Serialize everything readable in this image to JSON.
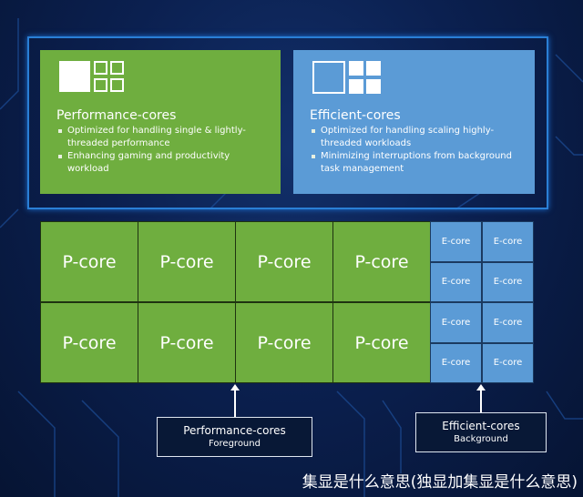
{
  "cards": [
    {
      "title": "Performance-cores",
      "bullets": [
        "Optimized for handling single & lightly-threaded performance",
        "Enhancing gaming and productivity workload"
      ]
    },
    {
      "title": "Efficient-cores",
      "bullets": [
        "Optimized for handling scaling highly-threaded workloads",
        "Minimizing interruptions from background task management"
      ]
    }
  ],
  "p_core_label": "P-core",
  "e_core_label": "E-core",
  "labels": {
    "p": {
      "title": "Performance-cores",
      "sub": "Foreground"
    },
    "e": {
      "title": "Efficient-cores",
      "sub": "Background"
    }
  },
  "caption": "集显是什么意思(独显加集显是什么意思)",
  "colors": {
    "green": "#6fae3f",
    "blue": "#5b9bd6",
    "frame": "#2a7fd6"
  }
}
